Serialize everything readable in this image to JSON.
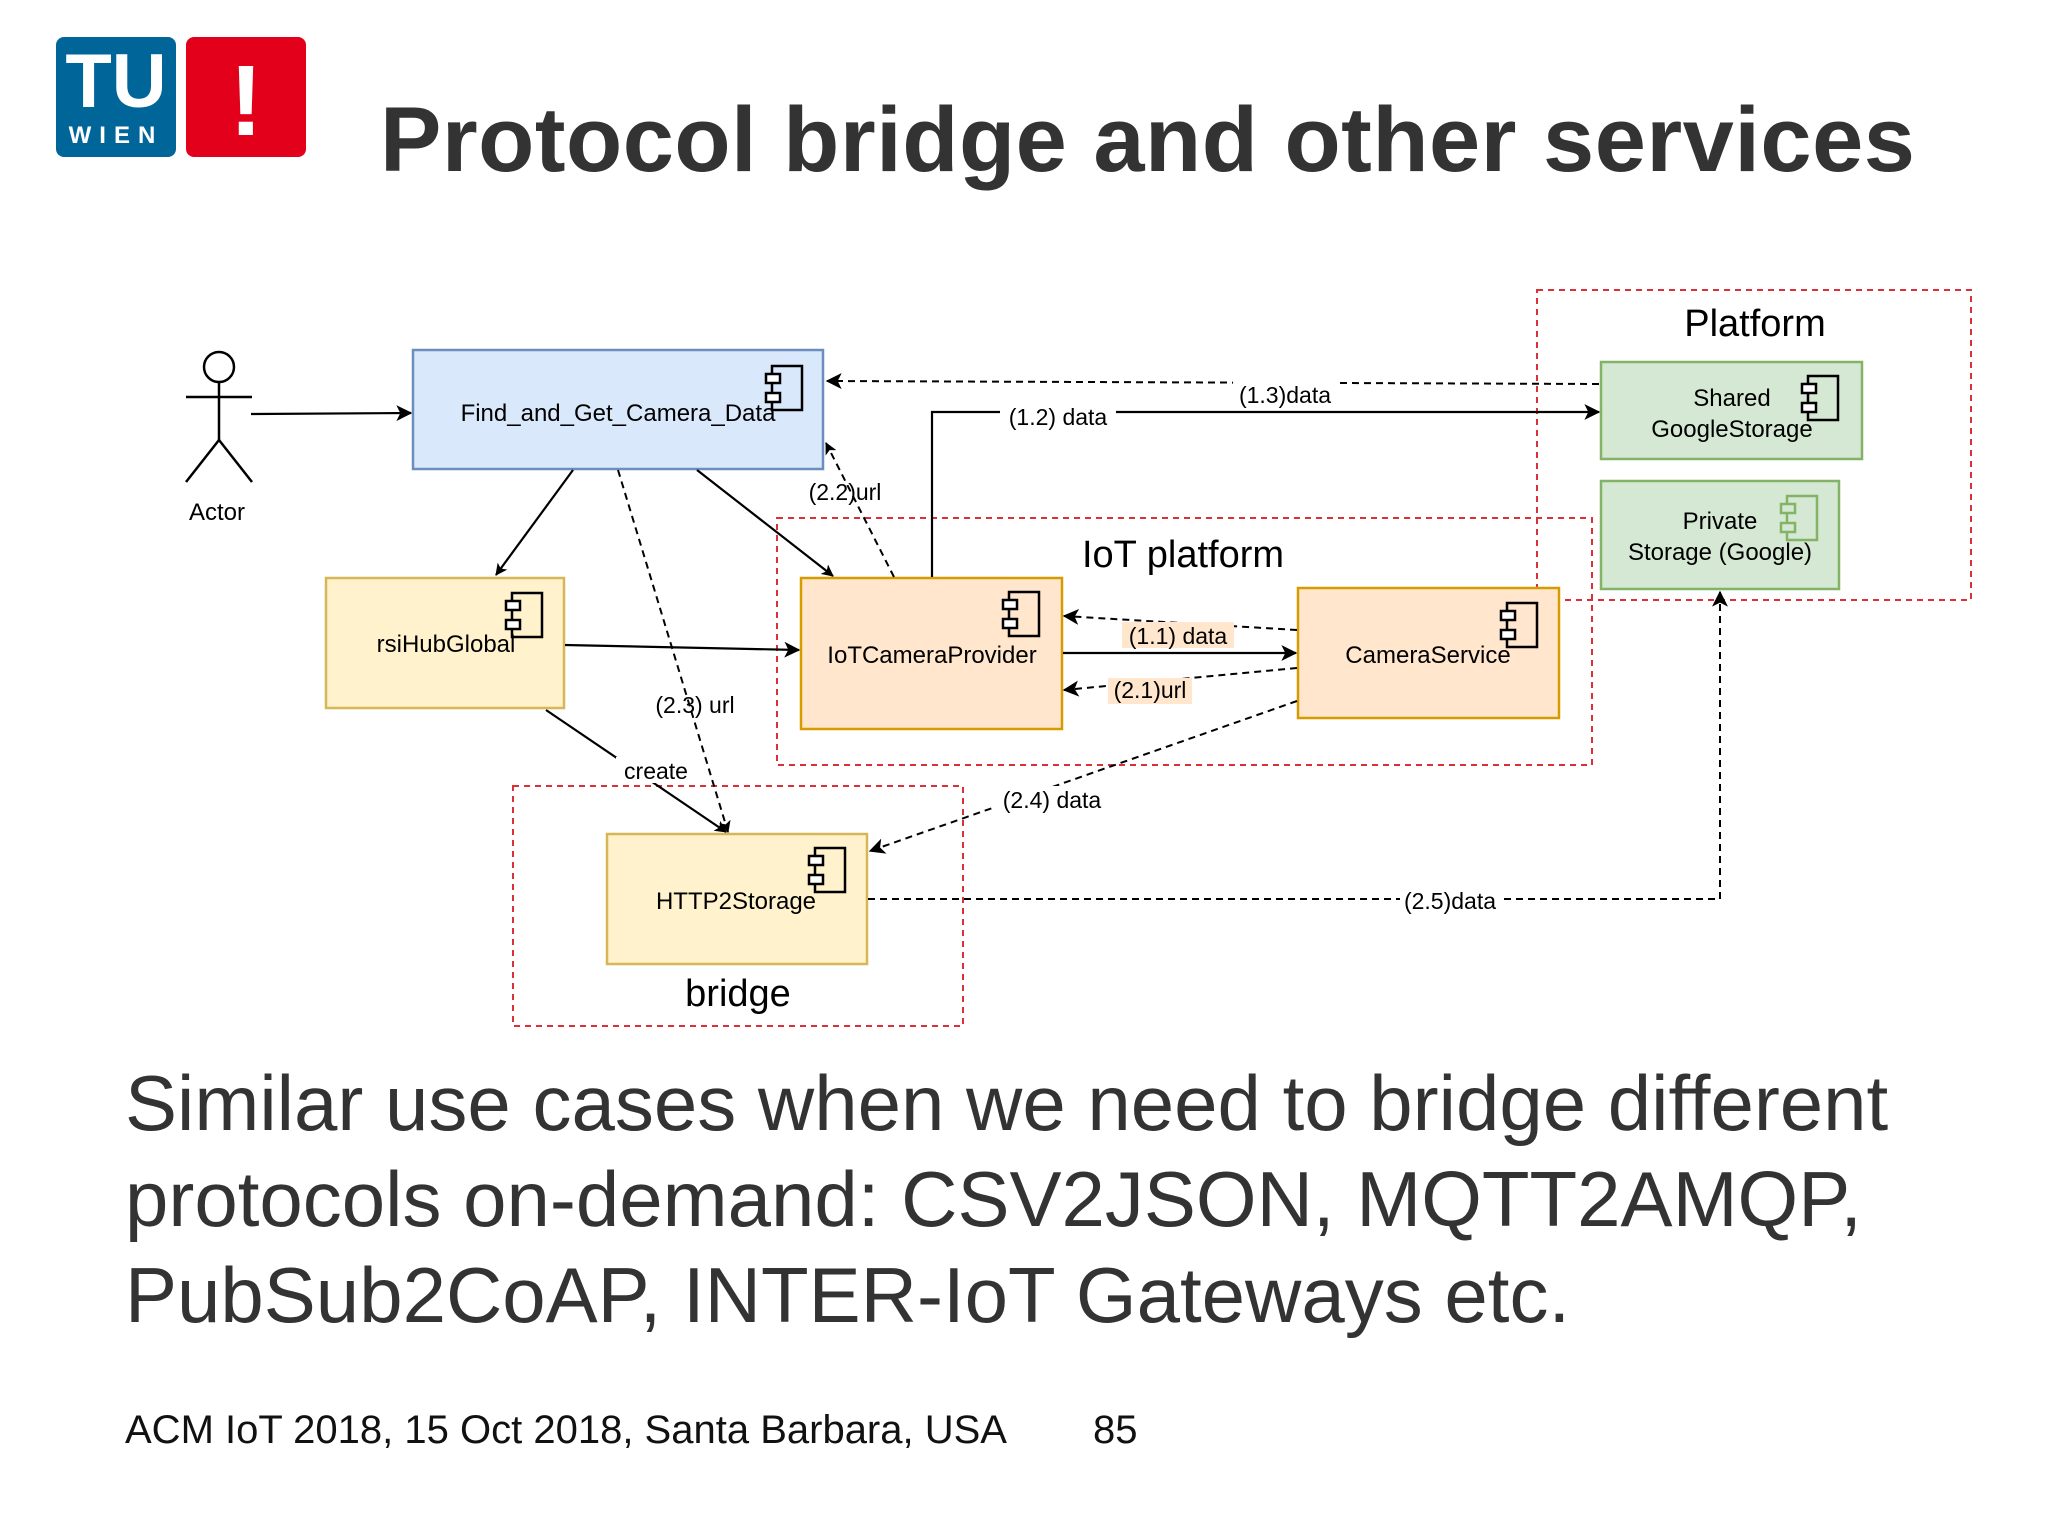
{
  "logo": {
    "tu": "TU",
    "wien": "WIEN",
    "mark": "!"
  },
  "title": "Protocol bridge and other services",
  "diagram": {
    "actor": "Actor",
    "components": {
      "find": "Find_and_Get_Camera_Data",
      "rsihub": "rsiHubGlobal",
      "iotcam": "IoTCameraProvider",
      "camservice": "CameraService",
      "shared_line1": "Shared",
      "shared_line2": "GoogleStorage",
      "private_line1": "Private",
      "private_line2": "Storage (Google)",
      "http2": "HTTP2Storage"
    },
    "regions": {
      "platform": "Platform",
      "iot": "IoT platform",
      "bridge": "bridge"
    },
    "edges": {
      "e13": "(1.3)data",
      "e12": "(1.2) data",
      "e22": "(2.2)url",
      "e11": "(1.1) data",
      "e21": "(2.1)url",
      "e23": "(2.3) url",
      "create": "create",
      "e24": "(2.4) data",
      "e25": "(2.5)data"
    },
    "colors": {
      "blue_fill": "#dae8fc",
      "blue_stroke": "#6c8ebf",
      "yellow_fill": "#fff2cc",
      "yellow_stroke": "#d6b656",
      "orange_fill": "#ffe6cc",
      "orange_stroke": "#d79b00",
      "green_fill": "#d5e8d4",
      "green_stroke": "#82b366",
      "region_stroke": "#d9303a"
    }
  },
  "body": {
    "line1": "Similar use cases when we need to bridge different",
    "line2": "protocols on-demand: CSV2JSON, MQTT2AMQP,",
    "line3": "PubSub2CoAP, INTER-IoT Gateways etc."
  },
  "footer": {
    "text": "ACM IoT 2018, 15 Oct 2018, Santa Barbara, USA",
    "page": "85"
  }
}
